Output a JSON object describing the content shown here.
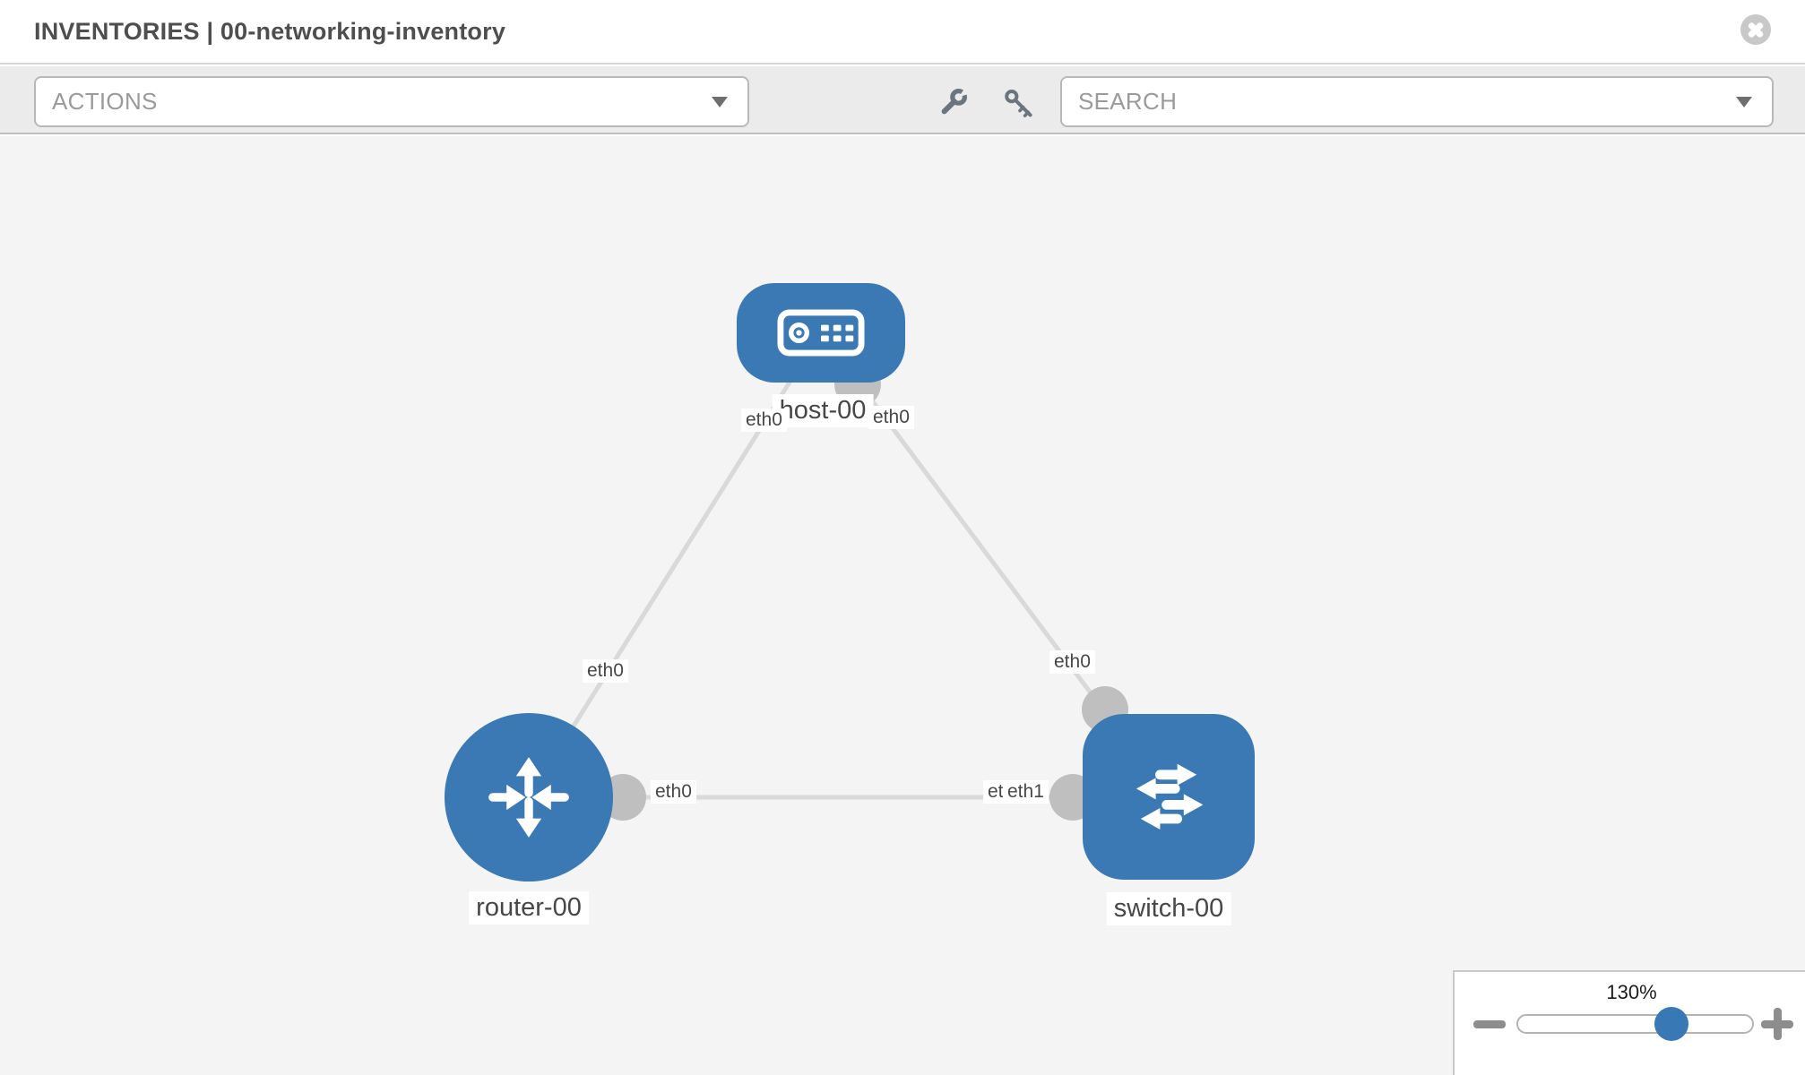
{
  "header": {
    "title": "INVENTORIES | 00-networking-inventory"
  },
  "toolbar": {
    "actions_label": "ACTIONS",
    "search_label": "SEARCH",
    "wrench_icon": "wrench-icon",
    "key_icon": "key-icon"
  },
  "canvas": {
    "nodes": [
      {
        "label": "host-00",
        "type": "host"
      },
      {
        "label": "router-00",
        "type": "router"
      },
      {
        "label": "switch-00",
        "type": "switch"
      }
    ],
    "links": [
      {
        "from": "host-00",
        "to": "router-00",
        "from_if": "eth0",
        "to_if": "eth0"
      },
      {
        "from": "host-00",
        "to": "switch-00",
        "from_if": "eth0",
        "to_if": "eth0"
      },
      {
        "from": "router-00",
        "to": "switch-00",
        "from_if": "eth0",
        "to_if": "eth1"
      }
    ],
    "occluded_label": "eth0"
  },
  "zoom_control": {
    "level": "130%"
  },
  "colors": {
    "node_blue": "#3b79b5",
    "port_gray": "#bfbfbf",
    "link_gray": "#d9d9d9",
    "toolbar_bg": "#ebebeb",
    "canvas_bg": "#f4f4f4",
    "slider_thumb": "#3878b4"
  }
}
